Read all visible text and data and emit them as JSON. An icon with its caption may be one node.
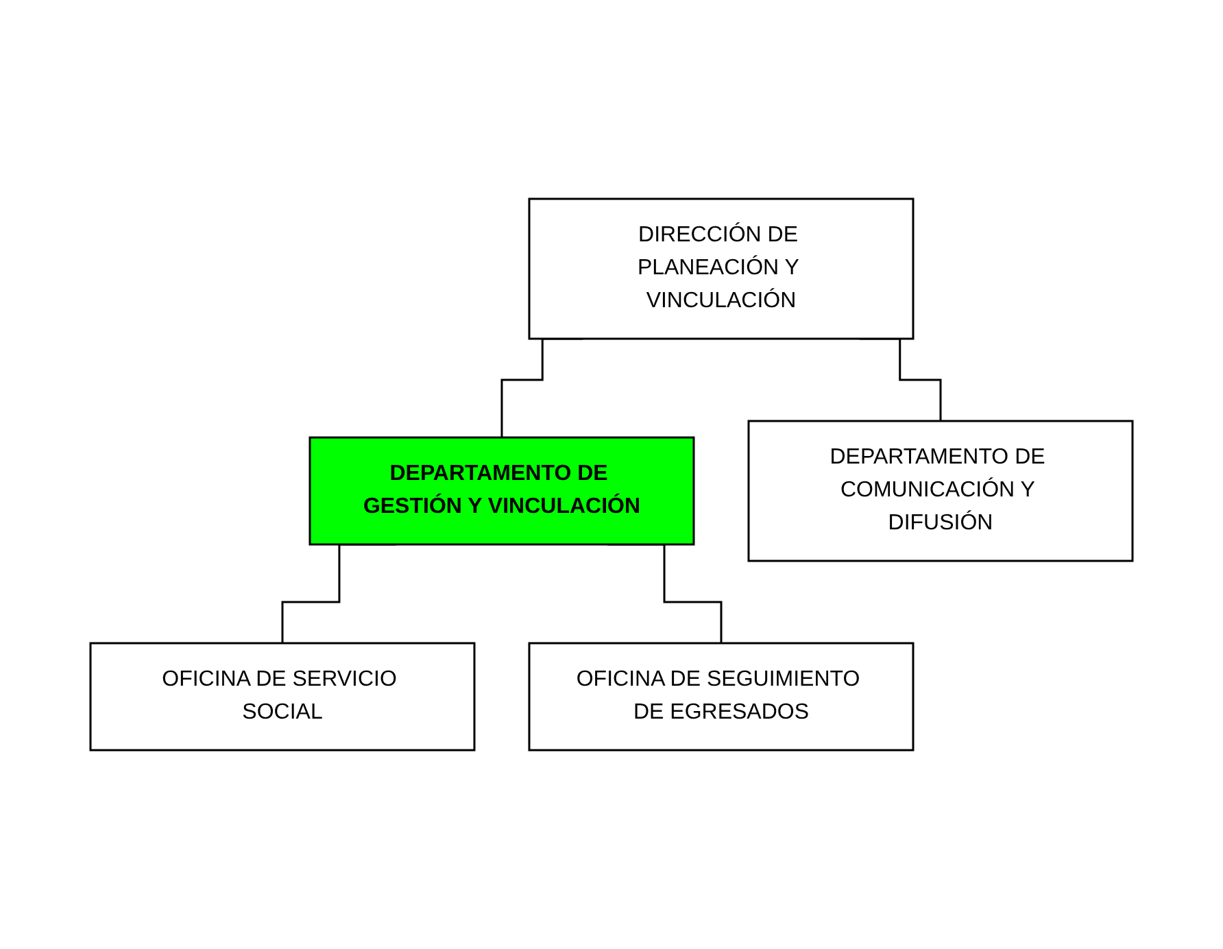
{
  "diagram": {
    "nodes": [
      {
        "text": [
          "DIRECCIÓN DE PLANEACIÓN Y VINCULACIÓN"
        ]
      },
      {
        "text": [
          "DEPARTAMENTO DE GESTIÓN Y VINCULACIÓN"
        ]
      },
      {
        "text": [
          "DEPARTAMENTO DE COMUNICACIÓN Y DIFUSIÓN"
        ]
      },
      {
        "text": [
          "OFICINA DE SERVICIO SOCIAL"
        ]
      },
      {
        "text": [
          "OFICINA DE SEGUIMIENTO DE EGRESADOS"
        ]
      }
    ],
    "edges": [
      {
        "from": 0,
        "to": 1,
        "arrow": "none"
      },
      {
        "from": 0,
        "to": 2,
        "arrow": "none"
      },
      {
        "from": 1,
        "to": 3,
        "arrow": "none"
      },
      {
        "from": 1,
        "to": 4,
        "arrow": "none"
      }
    ]
  }
}
